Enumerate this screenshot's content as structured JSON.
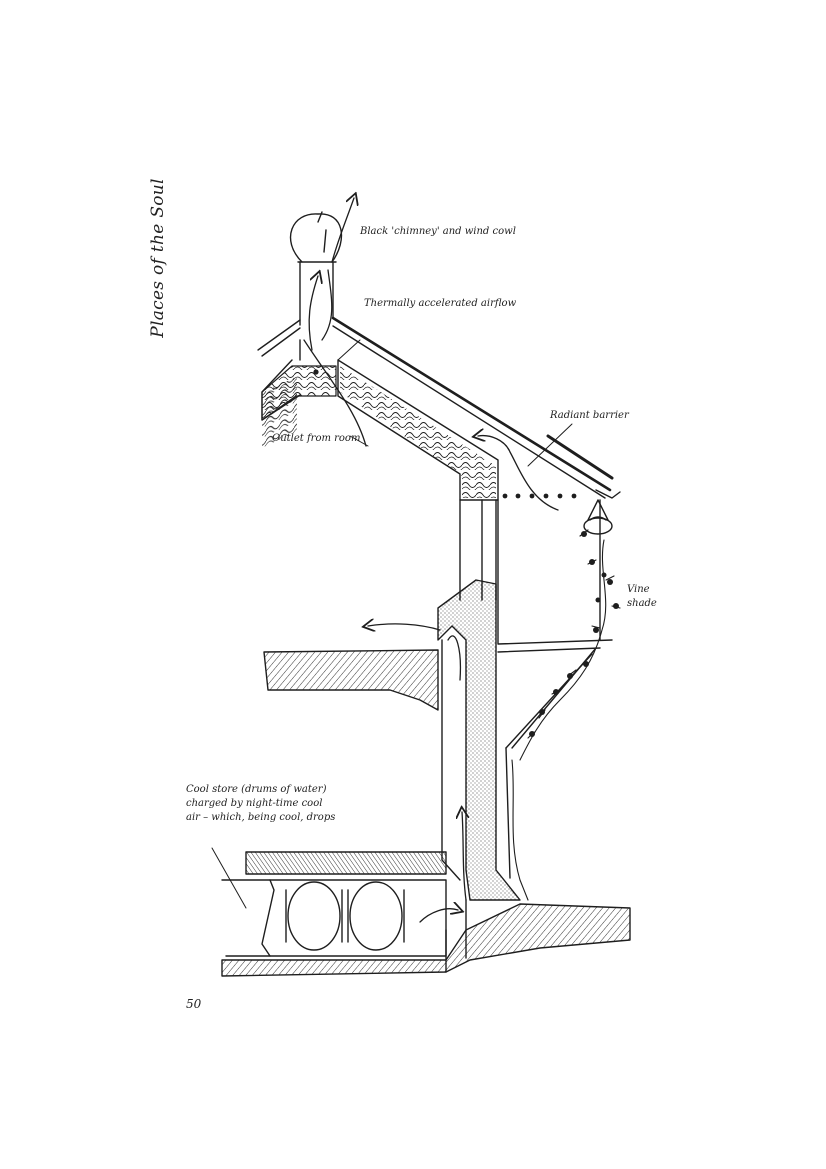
{
  "page": {
    "running_head": "Places of the Soul",
    "page_number": "50"
  },
  "figure": {
    "labels": {
      "chimney": "Black 'chimney' and wind cowl",
      "airflow": "Thermally accelerated airflow",
      "outlet": "Outlet from room",
      "radiant_barrier": "Radiant barrier",
      "vine_shade": "Vine shade",
      "cool_store": "Cool store (drums of water) charged by night-time cool air – which, being cool, drops"
    },
    "ink_color": "#1e1e1e"
  }
}
